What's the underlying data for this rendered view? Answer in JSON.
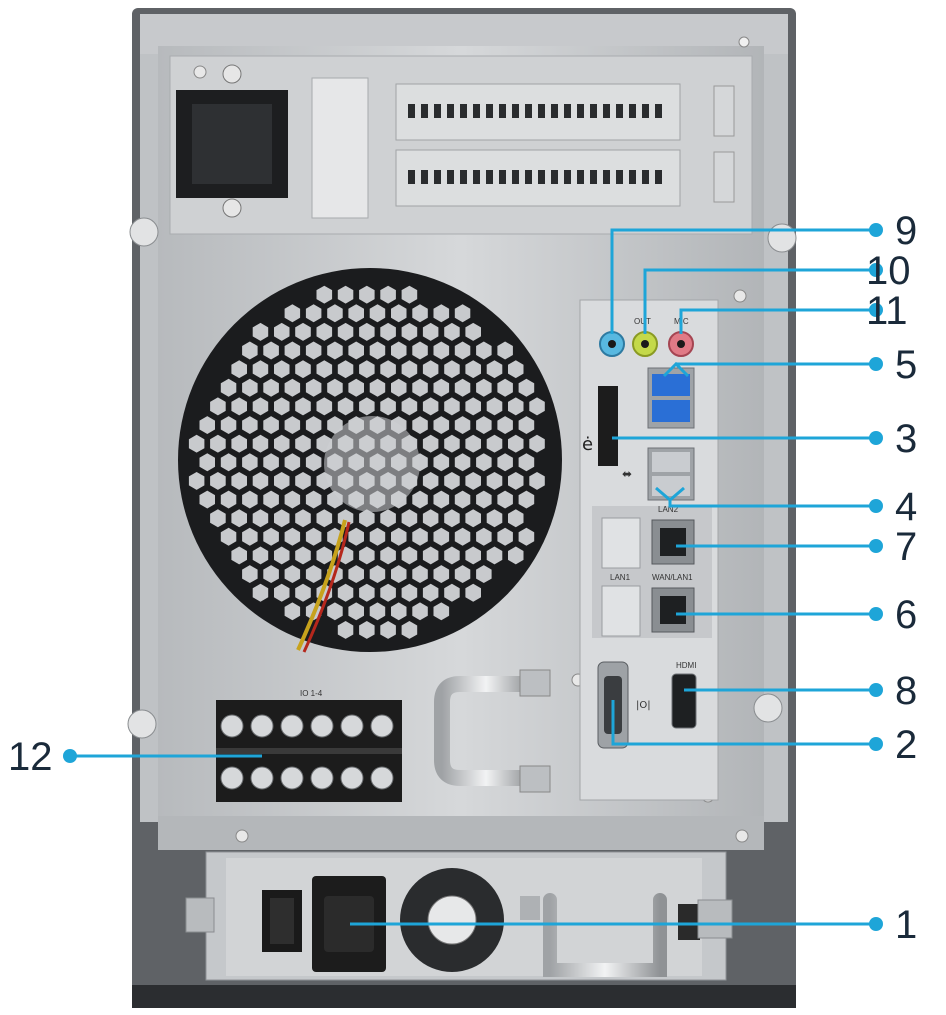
{
  "colors": {
    "callout": "#1ea5d8",
    "chassis": "#c9cbcd",
    "chassis_dark": "#8e9296",
    "panel": "#b9bcbf",
    "io_panel": "#d4d6d8",
    "port_blue": "#2a6fd6",
    "audio_blue": "#58b8e0",
    "audio_green": "#c4d94a",
    "audio_pink": "#e07a86",
    "terminal": "#1c1c1c",
    "rubber": "#222222"
  },
  "port_labels": {
    "out": "OUT",
    "mic": "MIC",
    "lan2": "LAN2",
    "lan1": "LAN1",
    "wan_lan1": "WAN/LAN1",
    "hdmi": "HDMI",
    "io": "IO 1-4"
  },
  "callouts": [
    {
      "id": "1",
      "label": "1"
    },
    {
      "id": "2",
      "label": "2"
    },
    {
      "id": "3",
      "label": "3"
    },
    {
      "id": "4",
      "label": "4"
    },
    {
      "id": "5",
      "label": "5"
    },
    {
      "id": "6",
      "label": "6"
    },
    {
      "id": "7",
      "label": "7"
    },
    {
      "id": "8",
      "label": "8"
    },
    {
      "id": "9",
      "label": "9"
    },
    {
      "id": "10",
      "label": "10"
    },
    {
      "id": "11",
      "label": "11"
    },
    {
      "id": "12",
      "label": "12"
    }
  ]
}
